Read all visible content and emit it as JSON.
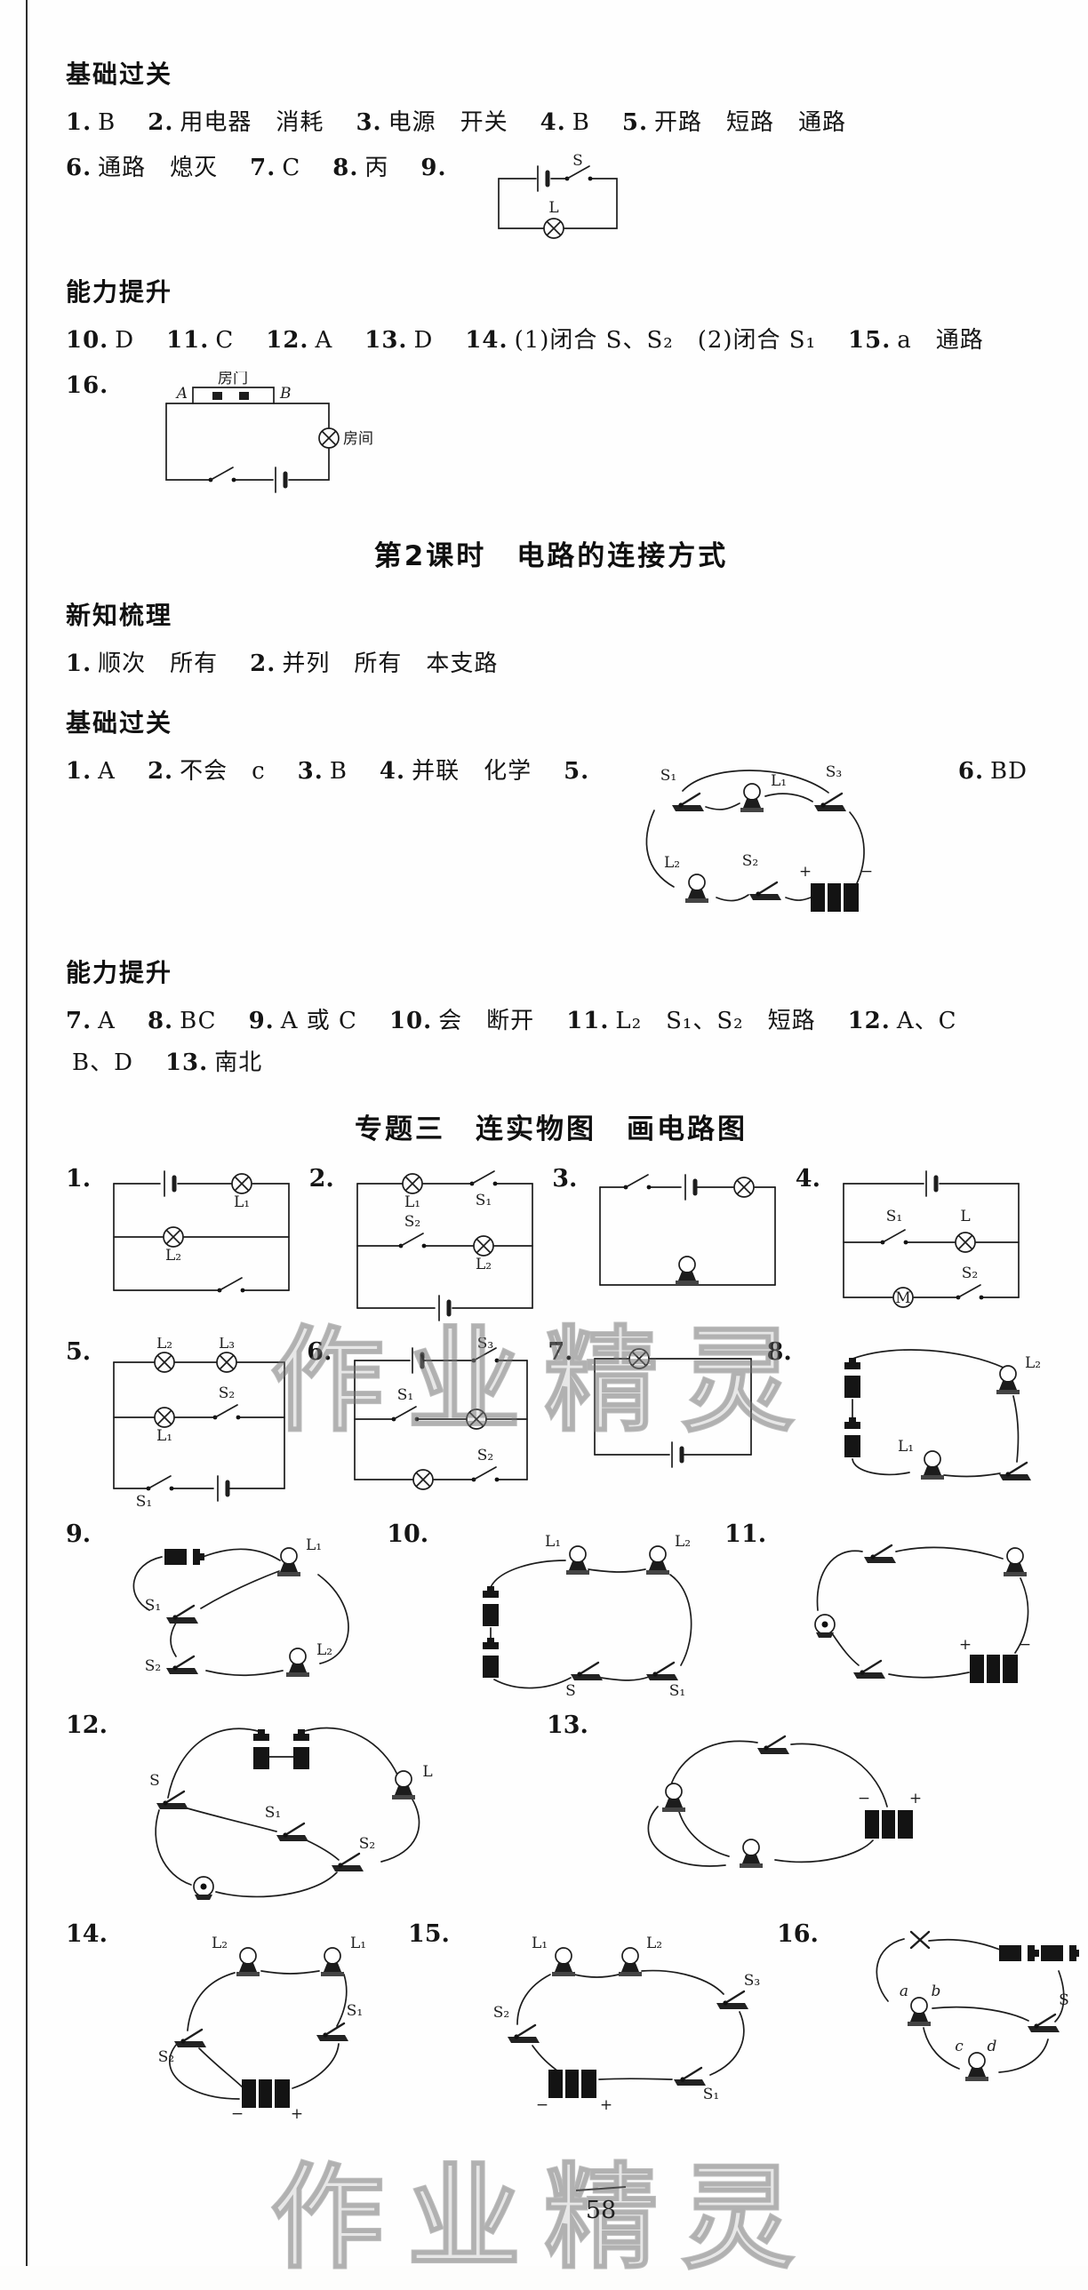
{
  "watermark": "作业精灵",
  "page_number": "58",
  "secA": {
    "heading": "基础过关",
    "r1": [
      {
        "n": "1.",
        "t": "B"
      },
      {
        "n": "2.",
        "t": "用电器　消耗"
      },
      {
        "n": "3.",
        "t": "电源　开关"
      },
      {
        "n": "4.",
        "t": "B"
      },
      {
        "n": "5.",
        "t": "开路　短路　通路"
      }
    ],
    "r2": [
      {
        "n": "6.",
        "t": "通路　熄灭"
      },
      {
        "n": "7.",
        "t": "C"
      },
      {
        "n": "8.",
        "t": "丙"
      },
      {
        "n": "9.",
        "t": ""
      }
    ],
    "d9": {
      "s": "S",
      "l": "L"
    }
  },
  "secB": {
    "heading": "能力提升",
    "r1": [
      {
        "n": "10.",
        "t": "D"
      },
      {
        "n": "11.",
        "t": "C"
      },
      {
        "n": "12.",
        "t": "A"
      },
      {
        "n": "13.",
        "t": "D"
      },
      {
        "n": "14.",
        "t": "(1)闭合 S、S₂　(2)闭合 S₁"
      },
      {
        "n": "15.",
        "t": "a　通路"
      }
    ],
    "n16": "16.",
    "d16": {
      "a": "A",
      "door": "房门",
      "b": "B",
      "room": "房间"
    }
  },
  "lesson2_title": "第2课时　电路的连接方式",
  "secC": {
    "heading": "新知梳理",
    "r1": [
      {
        "n": "1.",
        "t": "顺次　所有"
      },
      {
        "n": "2.",
        "t": "并列　所有　本支路"
      }
    ]
  },
  "secD": {
    "heading": "基础过关",
    "r1": [
      {
        "n": "1.",
        "t": "A"
      },
      {
        "n": "2.",
        "t": "不会　c"
      },
      {
        "n": "3.",
        "t": "B"
      },
      {
        "n": "4.",
        "t": "并联　化学"
      },
      {
        "n": "5.",
        "t": ""
      },
      {
        "n": "6.",
        "t": "BD"
      }
    ],
    "d5": {
      "s1": "S₁",
      "l1": "L₁",
      "s3": "S₃",
      "l2": "L₂",
      "s2": "S₂",
      "plus": "+",
      "minus": "−"
    }
  },
  "secE": {
    "heading": "能力提升",
    "r1": [
      {
        "n": "7.",
        "t": "A"
      },
      {
        "n": "8.",
        "t": "BC"
      },
      {
        "n": "9.",
        "t": "A 或 C"
      },
      {
        "n": "10.",
        "t": "会　断开"
      },
      {
        "n": "11.",
        "t": "L₂　S₁、S₂　短路"
      },
      {
        "n": "12.",
        "t": "A、C"
      }
    ],
    "r2": [
      {
        "n": "",
        "t": "B、D"
      },
      {
        "n": "13.",
        "t": "南北"
      }
    ]
  },
  "topic3_title": "专题三　连实物图　画电路图",
  "diagrams": {
    "d1": {
      "n": "1.",
      "labels": [
        "L₁",
        "L₂"
      ]
    },
    "d2": {
      "n": "2.",
      "labels": [
        "L₁",
        "S₁",
        "S₂",
        "L₂"
      ]
    },
    "d3": {
      "n": "3.",
      "labels": []
    },
    "d4": {
      "n": "4.",
      "labels": [
        "S₁",
        "L",
        "M",
        "S₂"
      ]
    },
    "d5": {
      "n": "5.",
      "labels": [
        "L₂",
        "L₃",
        "L₁",
        "S₂",
        "S₁"
      ]
    },
    "d6": {
      "n": "6.",
      "labels": [
        "S₃",
        "S₁",
        "S₂"
      ]
    },
    "d7": {
      "n": "7."
    },
    "d8": {
      "n": "8.",
      "labels": [
        "L₂",
        "L₁"
      ]
    },
    "d9": {
      "n": "9.",
      "labels": [
        "L₁",
        "S₁",
        "S₂",
        "L₂"
      ]
    },
    "d10": {
      "n": "10.",
      "labels": [
        "L₁",
        "L₂",
        "S",
        "S₁"
      ]
    },
    "d11": {
      "n": "11.",
      "labels": [
        "+",
        "−"
      ]
    },
    "d12": {
      "n": "12.",
      "labels": [
        "S",
        "L",
        "S₁",
        "S₂"
      ]
    },
    "d13": {
      "n": "13.",
      "labels": [
        "−",
        "+"
      ]
    },
    "d14": {
      "n": "14.",
      "labels": [
        "L₂",
        "L₁",
        "S₂",
        "S₁",
        "−",
        "+"
      ]
    },
    "d15": {
      "n": "15.",
      "labels": [
        "L₁",
        "L₂",
        "S₃",
        "S₂",
        "S₁",
        "−",
        "+"
      ]
    },
    "d16": {
      "n": "16.",
      "labels": [
        "a",
        "b",
        "S",
        "c",
        "d"
      ]
    }
  }
}
